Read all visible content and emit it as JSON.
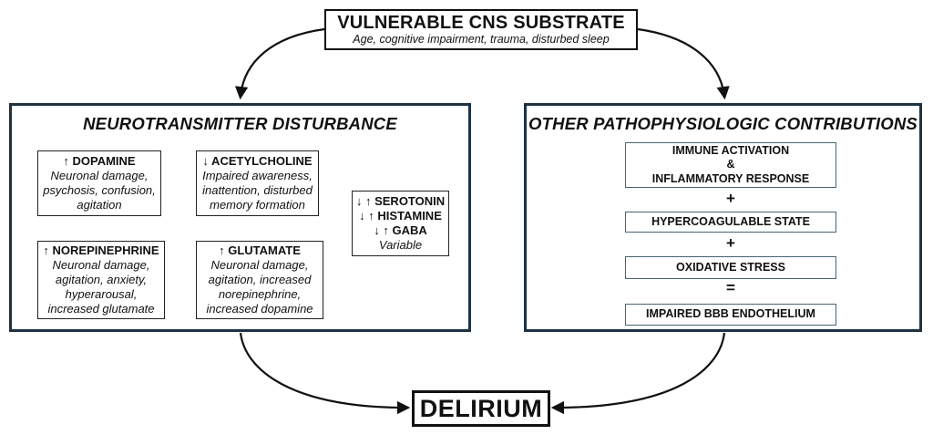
{
  "top_box": {
    "title": "VULNERABLE CNS SUBSTRATE",
    "subtitle": "Age, cognitive impairment, trauma, disturbed sleep"
  },
  "left_panel": {
    "title": "NEUROTRANSMITTER DISTURBANCE",
    "dopamine": {
      "heading": "↑ DOPAMINE",
      "body": "Neuronal damage, psychosis, confusion, agitation"
    },
    "acetylcholine": {
      "heading": "↓ ACETYLCHOLINE",
      "body": "Impaired awareness, inattention, disturbed memory formation"
    },
    "monoamines": {
      "lines": [
        "↓ ↑ SEROTONIN",
        "↓ ↑ HISTAMINE",
        "↓ ↑ GABA"
      ],
      "body": "Variable"
    },
    "norepinephrine": {
      "heading": "↑ NOREPINEPHRINE",
      "body": "Neuronal damage, agitation, anxiety, hyperarousal, increased glutamate"
    },
    "glutamate": {
      "heading": "↑ GLUTAMATE",
      "body": "Neuronal damage, agitation, increased norepinephrine, increased dopamine"
    }
  },
  "right_panel": {
    "title": "OTHER PATHOPHYSIOLOGIC CONTRIBUTIONS",
    "immune": {
      "lines": [
        "IMMUNE ACTIVATION",
        "&",
        "INFLAMMATORY RESPONSE"
      ]
    },
    "operator_plus_1": "+",
    "hypercoagulable": "HYPERCOAGULABLE STATE",
    "operator_plus_2": "+",
    "oxidative": "OXIDATIVE STRESS",
    "operator_equals": "=",
    "bbb": "IMPAIRED BBB ENDOTHELIUM"
  },
  "bottom_box": {
    "title": "DELIRIUM"
  },
  "colors": {
    "background": "#ffffff",
    "text": "#111111",
    "panel_border": "#1e3242",
    "right_sub_box_border": "#456575",
    "plain_box_border": "#111111",
    "arrow": "#111111"
  }
}
